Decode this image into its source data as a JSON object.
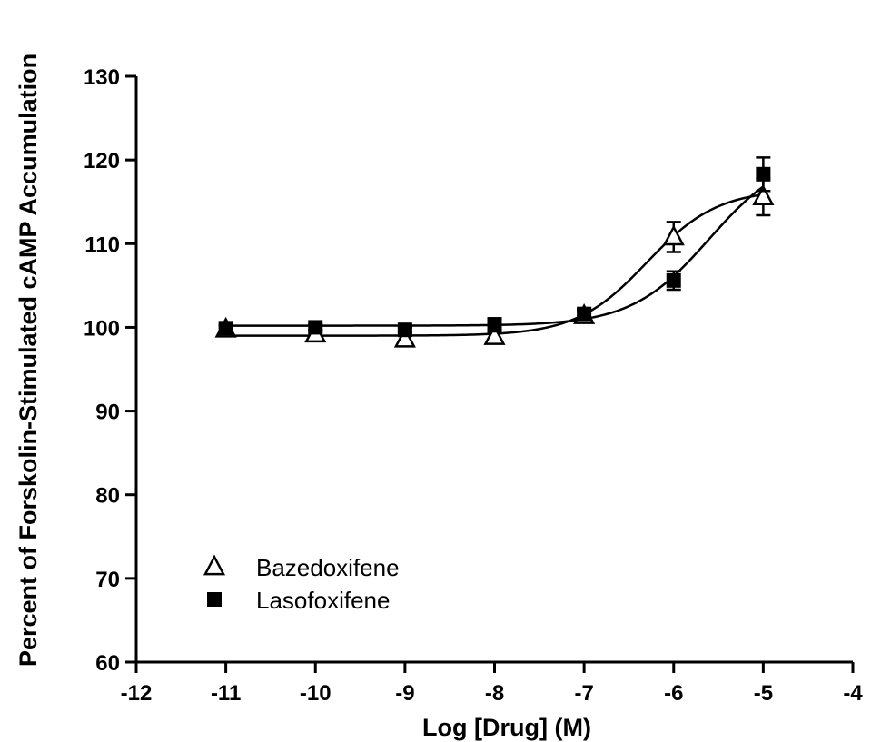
{
  "chart_data": {
    "type": "scatter",
    "title": "",
    "xlabel": "Log [Drug] (M)",
    "ylabel": "Percent of Forskolin-Stimulated cAMP Accumulation",
    "xlim": [
      -12,
      -4
    ],
    "ylim": [
      60,
      130
    ],
    "xticks": [
      -12,
      -11,
      -10,
      -9,
      -8,
      -7,
      -6,
      -5,
      -4
    ],
    "yticks": [
      60,
      70,
      80,
      90,
      100,
      110,
      120,
      130
    ],
    "grid": false,
    "legend_position": "bottom-left",
    "series": [
      {
        "name": "Bazedoxifene",
        "marker": "open-triangle",
        "x": [
          -11,
          -10,
          -9,
          -8,
          -7,
          -6,
          -5
        ],
        "y": [
          99.8,
          99.2,
          98.6,
          98.9,
          101.4,
          110.8,
          115.6
        ],
        "error": [
          0.4,
          0.4,
          0.4,
          0.4,
          0.6,
          1.8,
          2.2
        ],
        "fit": {
          "bottom": 99.0,
          "top": 116.5,
          "log_ec50": -6.3,
          "hill": 1.1
        }
      },
      {
        "name": "Lasofoxifene",
        "marker": "filled-square",
        "x": [
          -11,
          -10,
          -9,
          -8,
          -7,
          -6,
          -5
        ],
        "y": [
          99.9,
          100.0,
          99.7,
          100.3,
          101.6,
          105.6,
          118.3
        ],
        "error": [
          0.3,
          0.3,
          0.3,
          0.8,
          0.6,
          1.1,
          2.0
        ],
        "fit": {
          "bottom": 100.2,
          "top": 121.0,
          "log_ec50": -5.6,
          "hill": 1.0
        }
      }
    ]
  }
}
